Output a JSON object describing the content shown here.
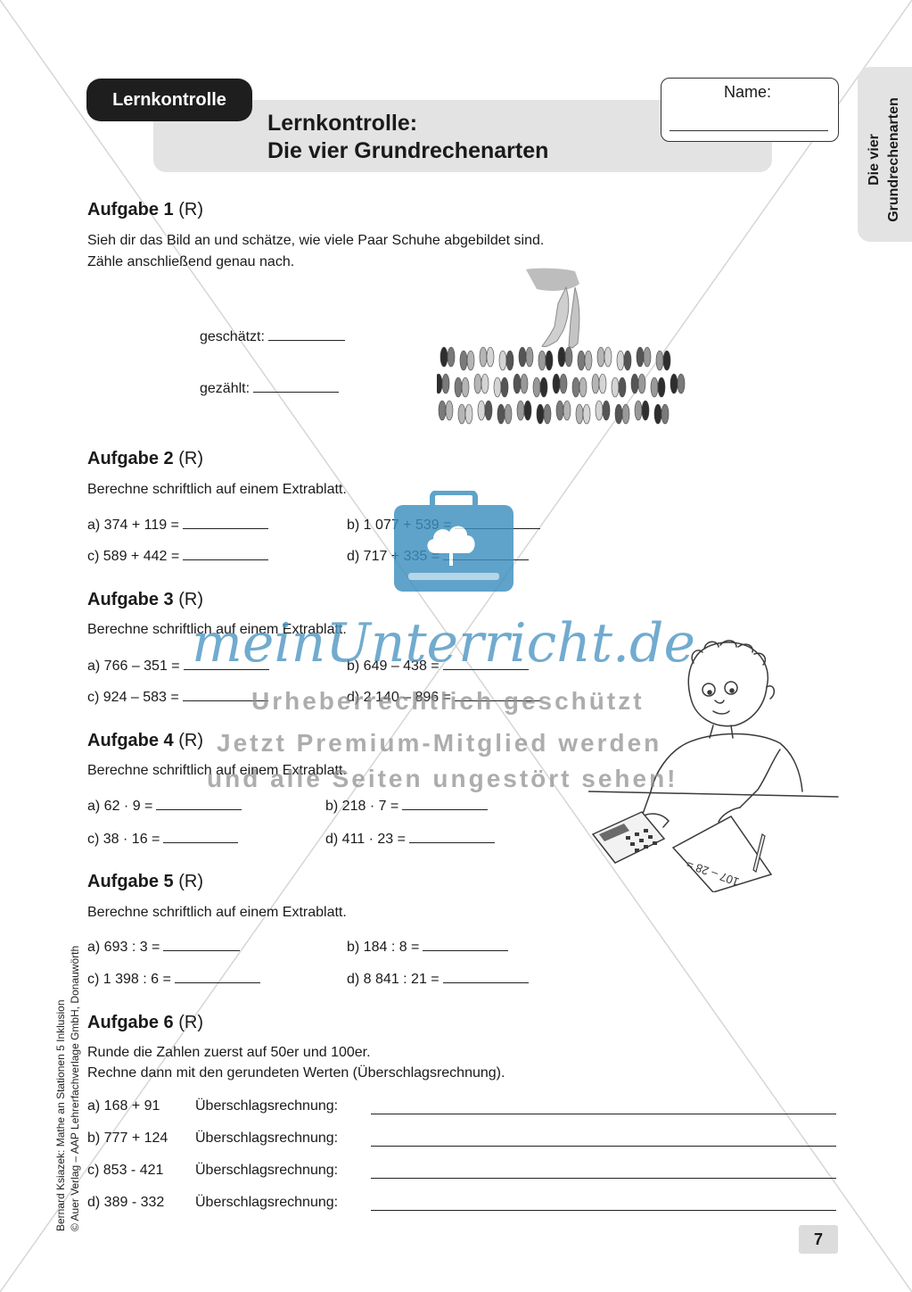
{
  "header": {
    "badge": "Lernkontrolle",
    "title_line1": "Lernkontrolle:",
    "title_line2": "Die vier Grundrechenarten",
    "name_label": "Name:"
  },
  "side_tab": {
    "line1": "Die vier",
    "line2": "Grundrechenarten"
  },
  "credits": {
    "line1": "Bernard Ksiazek: Mathe an Stationen 5 Inklusion",
    "line2": "© Auer Verlag – AAP Lehrerfachverlage GmbH, Donauwörth"
  },
  "tasks": {
    "t1": {
      "title": "Aufgabe 1",
      "tag": "(R)",
      "text1": "Sieh dir das Bild an und schätze, wie viele Paar Schuhe abgebildet sind.",
      "text2": "Zähle anschließend genau nach.",
      "guess": "geschätzt:",
      "count": "gezählt:"
    },
    "t2": {
      "title": "Aufgabe 2",
      "tag": "(R)",
      "text": "Berechne schriftlich auf einem Extrablatt.",
      "a": "a) 374 + 119 =",
      "b": "b) 1 077 + 539 =",
      "c": "c) 589 + 442 =",
      "d": "d) 717 + 335 ="
    },
    "t3": {
      "title": "Aufgabe 3",
      "tag": "(R)",
      "text": "Berechne schriftlich auf einem Extrablatt.",
      "a": "a) 766 – 351 =",
      "b": "b) 649 – 438 =",
      "c": "c) 924 – 583 =",
      "d": "d) 2 140 – 896 ="
    },
    "t4": {
      "title": "Aufgabe 4",
      "tag": "(R)",
      "text": "Berechne schriftlich auf einem Extrablatt.",
      "a": "a) 62 · 9 =",
      "b": "b) 218 · 7 =",
      "c": "c) 38 · 16 =",
      "d": "d) 411 · 23 ="
    },
    "t5": {
      "title": "Aufgabe 5",
      "tag": "(R)",
      "text": "Berechne schriftlich auf einem Extrablatt.",
      "a": "a) 693 : 3 =",
      "b": "b) 184 : 8 =",
      "c": "c) 1 398 : 6 =",
      "d": "d) 8 841 : 21 ="
    },
    "t6": {
      "title": "Aufgabe 6",
      "tag": "(R)",
      "text1": "Runde die Zahlen zuerst auf 50er und 100er.",
      "text2": "Rechne dann mit den gerundeten Werten (Überschlagsrechnung).",
      "label": "Überschlagsrechnung:",
      "a": "a) 168 + 91",
      "b": "b) 777 + 124",
      "c": "c) 853 - 421",
      "d": "d) 389 - 332"
    }
  },
  "illustration": {
    "paper_text": "107 – 28 ="
  },
  "watermark": {
    "brand": "meinUnterricht.de",
    "line1": "Urheberrechtlich geschützt",
    "line2": "Jetzt Premium-Mitglied werden",
    "line3": "und alle Seiten ungestört sehen!"
  },
  "page_number": "7"
}
